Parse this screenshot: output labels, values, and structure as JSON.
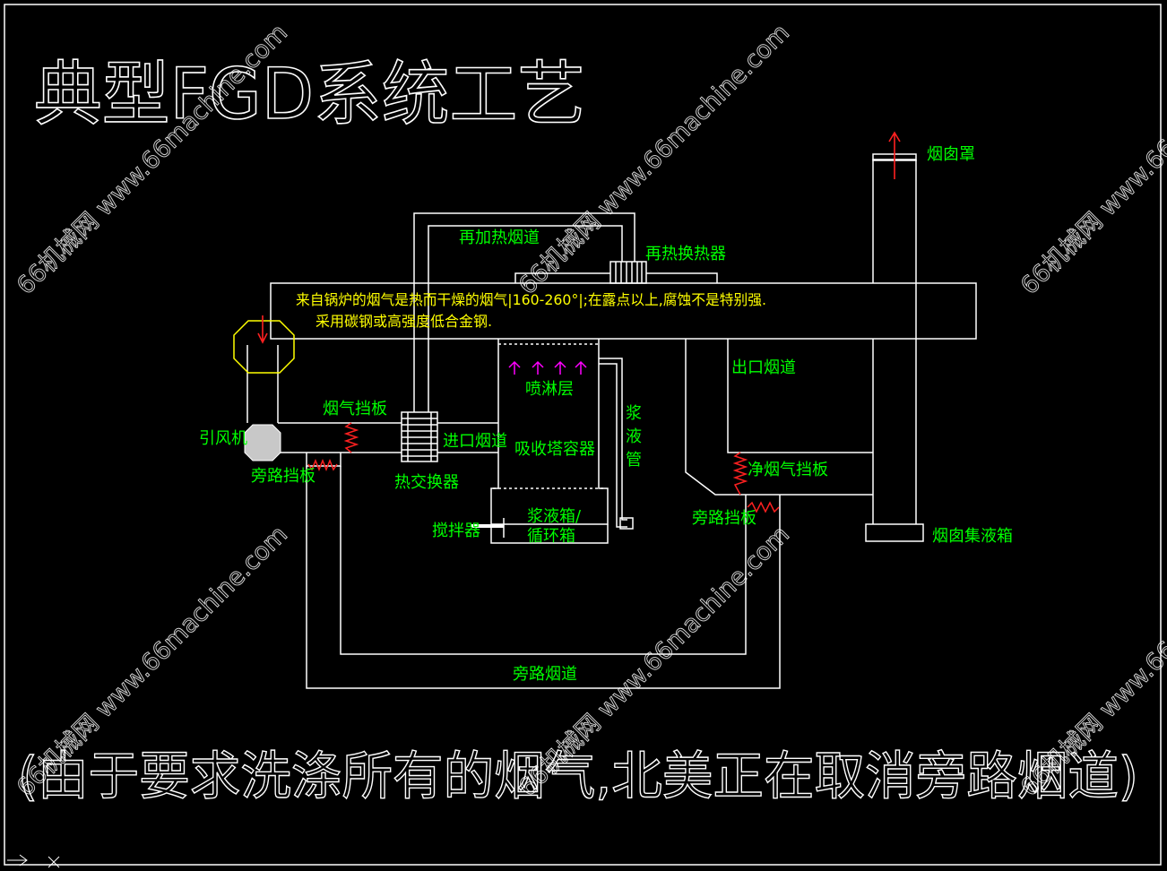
{
  "title": "典型FGD系统工艺",
  "footer_note": "(由于要求洗涤所有的烟气,北美正在取消旁路烟道)",
  "watermark": "66机械网 www.66machine.com",
  "inlet_note": {
    "line1": "来自锅炉的烟气是热而干燥的烟气|160-260°|;在露点以上,腐蚀不是特别强.",
    "line2": "采用碳钢或高强度低合金钢."
  },
  "labels": {
    "stack_cap": "烟囱罩",
    "reheat_duct": "再加热烟道",
    "reheat_exchanger": "再热换热器",
    "outlet_duct": "出口烟道",
    "spray_layer": "喷淋层",
    "slurry_pipe_1": "浆",
    "slurry_pipe_2": "液",
    "slurry_pipe_3": "管",
    "flue_damper": "烟气挡板",
    "id_fan": "引风机",
    "inlet_duct": "进口烟道",
    "absorber": "吸收塔容器",
    "clean_damper": "净烟气挡板",
    "bypass_damper_left": "旁路挡板",
    "heat_exchanger": "热交换器",
    "bypass_damper_right": "旁路挡板",
    "agitator": "搅拌器",
    "slurry_tank_1": "浆液箱/",
    "slurry_tank_2": "循环箱",
    "stack_drain": "烟囱集液箱",
    "bypass_duct": "旁路烟道"
  },
  "colors": {
    "background": "#000000",
    "line": "#ffffff",
    "label": "#00ff00",
    "note": "#ffff00",
    "damper": "#ff2020",
    "spray": "#ff00ff",
    "fan": "#c8c8c8"
  }
}
